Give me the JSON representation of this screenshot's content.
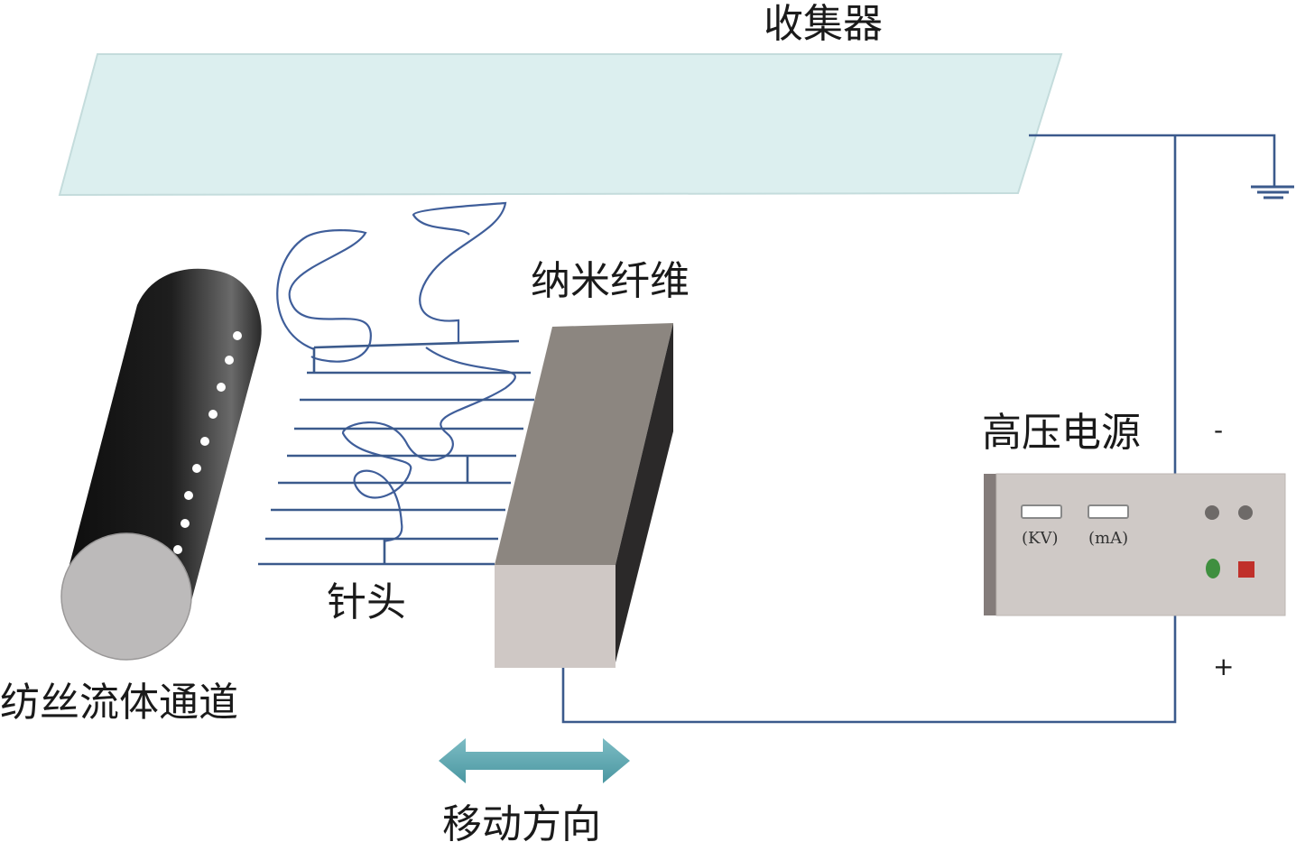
{
  "labels": {
    "collector": "收集器",
    "nanofiber": "纳米纤维",
    "needle": "针头",
    "spinning_channel": "纺丝流体通道",
    "power_supply": "高压电源",
    "move_direction": "移动方向",
    "negative_sign": "-",
    "positive_sign": "+"
  },
  "power_panel": {
    "kv_label": "(KV)",
    "ma_label": "(mA)"
  },
  "colors": {
    "collector_fill": "#dcefef",
    "wire": "#3b5a8c",
    "arrow": "#5ea9b3",
    "green_indicator": "#3f8f3f",
    "red_button": "#c0302a",
    "spinneret_block": "#8c8680",
    "power_box": "#cfc9c6"
  }
}
